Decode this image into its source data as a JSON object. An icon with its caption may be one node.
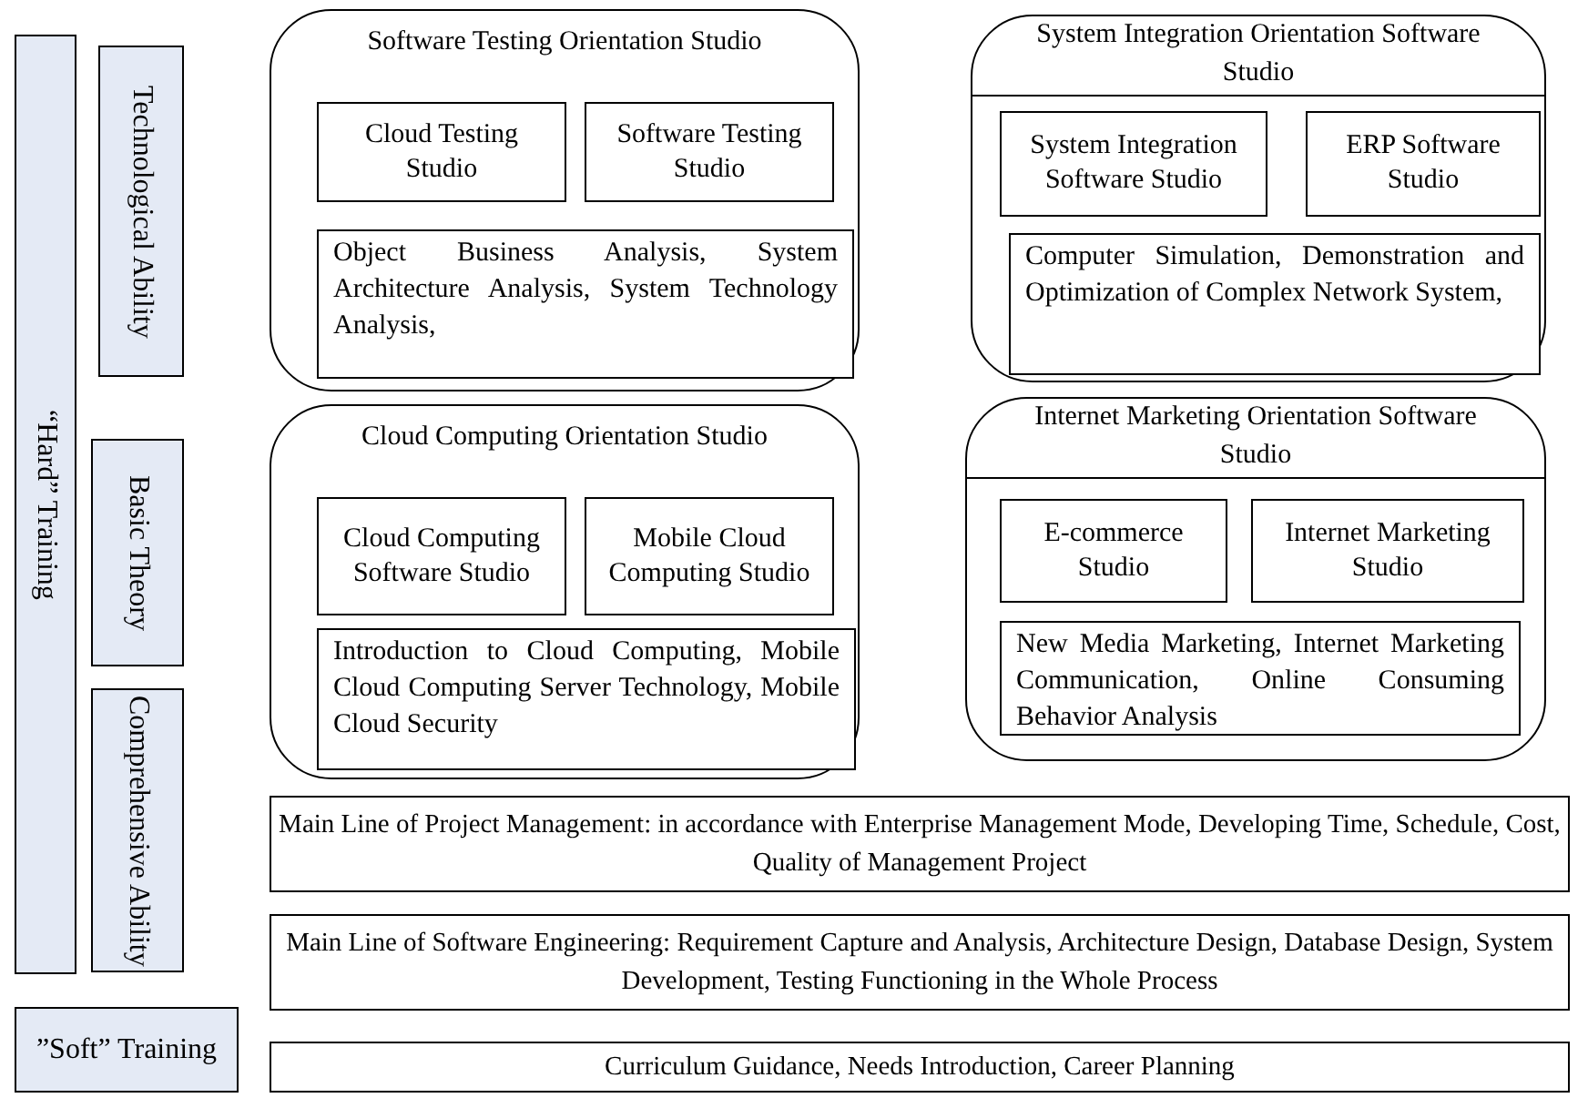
{
  "diagram": {
    "nodes": [
      {
        "text": [
          "“Hard” Training"
        ]
      },
      {
        "text": [
          "Technological Ability"
        ]
      },
      {
        "text": [
          "Basic Theory"
        ]
      },
      {
        "text": [
          "Comprehensive Ability"
        ]
      },
      {
        "text": [
          "”Soft” Training"
        ]
      },
      {
        "text": [
          "Software Testing Orientation Studio"
        ]
      },
      {
        "text": [
          "Cloud Testing Studio"
        ],
        "in": 5
      },
      {
        "text": [
          "Software Testing Studio"
        ],
        "in": 5
      },
      {
        "text": [
          "Object Business Analysis, System Architecture Analysis, System Technology Analysis,"
        ],
        "in": 5
      },
      {
        "text": [
          "System Integration Orientation Software Studio"
        ]
      },
      {
        "text": [
          "System Integration Software Studio"
        ],
        "in": 9
      },
      {
        "text": [
          "ERP Software Studio"
        ],
        "in": 9
      },
      {
        "text": [
          "Computer Simulation, Demonstration and Optimization of Complex Network System,"
        ],
        "in": 9
      },
      {
        "text": [
          "Cloud Computing Orientation Studio"
        ]
      },
      {
        "text": [
          "Cloud Computing Software Studio"
        ],
        "in": 13
      },
      {
        "text": [
          "Mobile Cloud Computing Studio"
        ],
        "in": 13
      },
      {
        "text": [
          "Introduction to Cloud Computing, Mobile Cloud Computing Server Technology, Mobile Cloud Security"
        ],
        "in": 13
      },
      {
        "text": [
          "Internet Marketing Orientation Software Studio"
        ]
      },
      {
        "text": [
          "E-commerce Studio"
        ],
        "in": 17
      },
      {
        "text": [
          "Internet Marketing Studio"
        ],
        "in": 17
      },
      {
        "text": [
          "New Media Marketing, Internet Marketing Communication, Online Consuming Behavior Analysis"
        ],
        "in": 17
      },
      {
        "text": [
          "Main Line of Project Management: in accordance with Enterprise Management Mode, Developing Time, Schedule, Cost, Quality of Management Project"
        ]
      },
      {
        "text": [
          "Main Line of Software Engineering: Requirement Capture and Analysis, Architecture Design, Database Design, System Development, Testing Functioning in the Whole Process"
        ]
      },
      {
        "text": [
          "Curriculum Guidance, Needs Introduction, Career Planning"
        ]
      }
    ]
  }
}
